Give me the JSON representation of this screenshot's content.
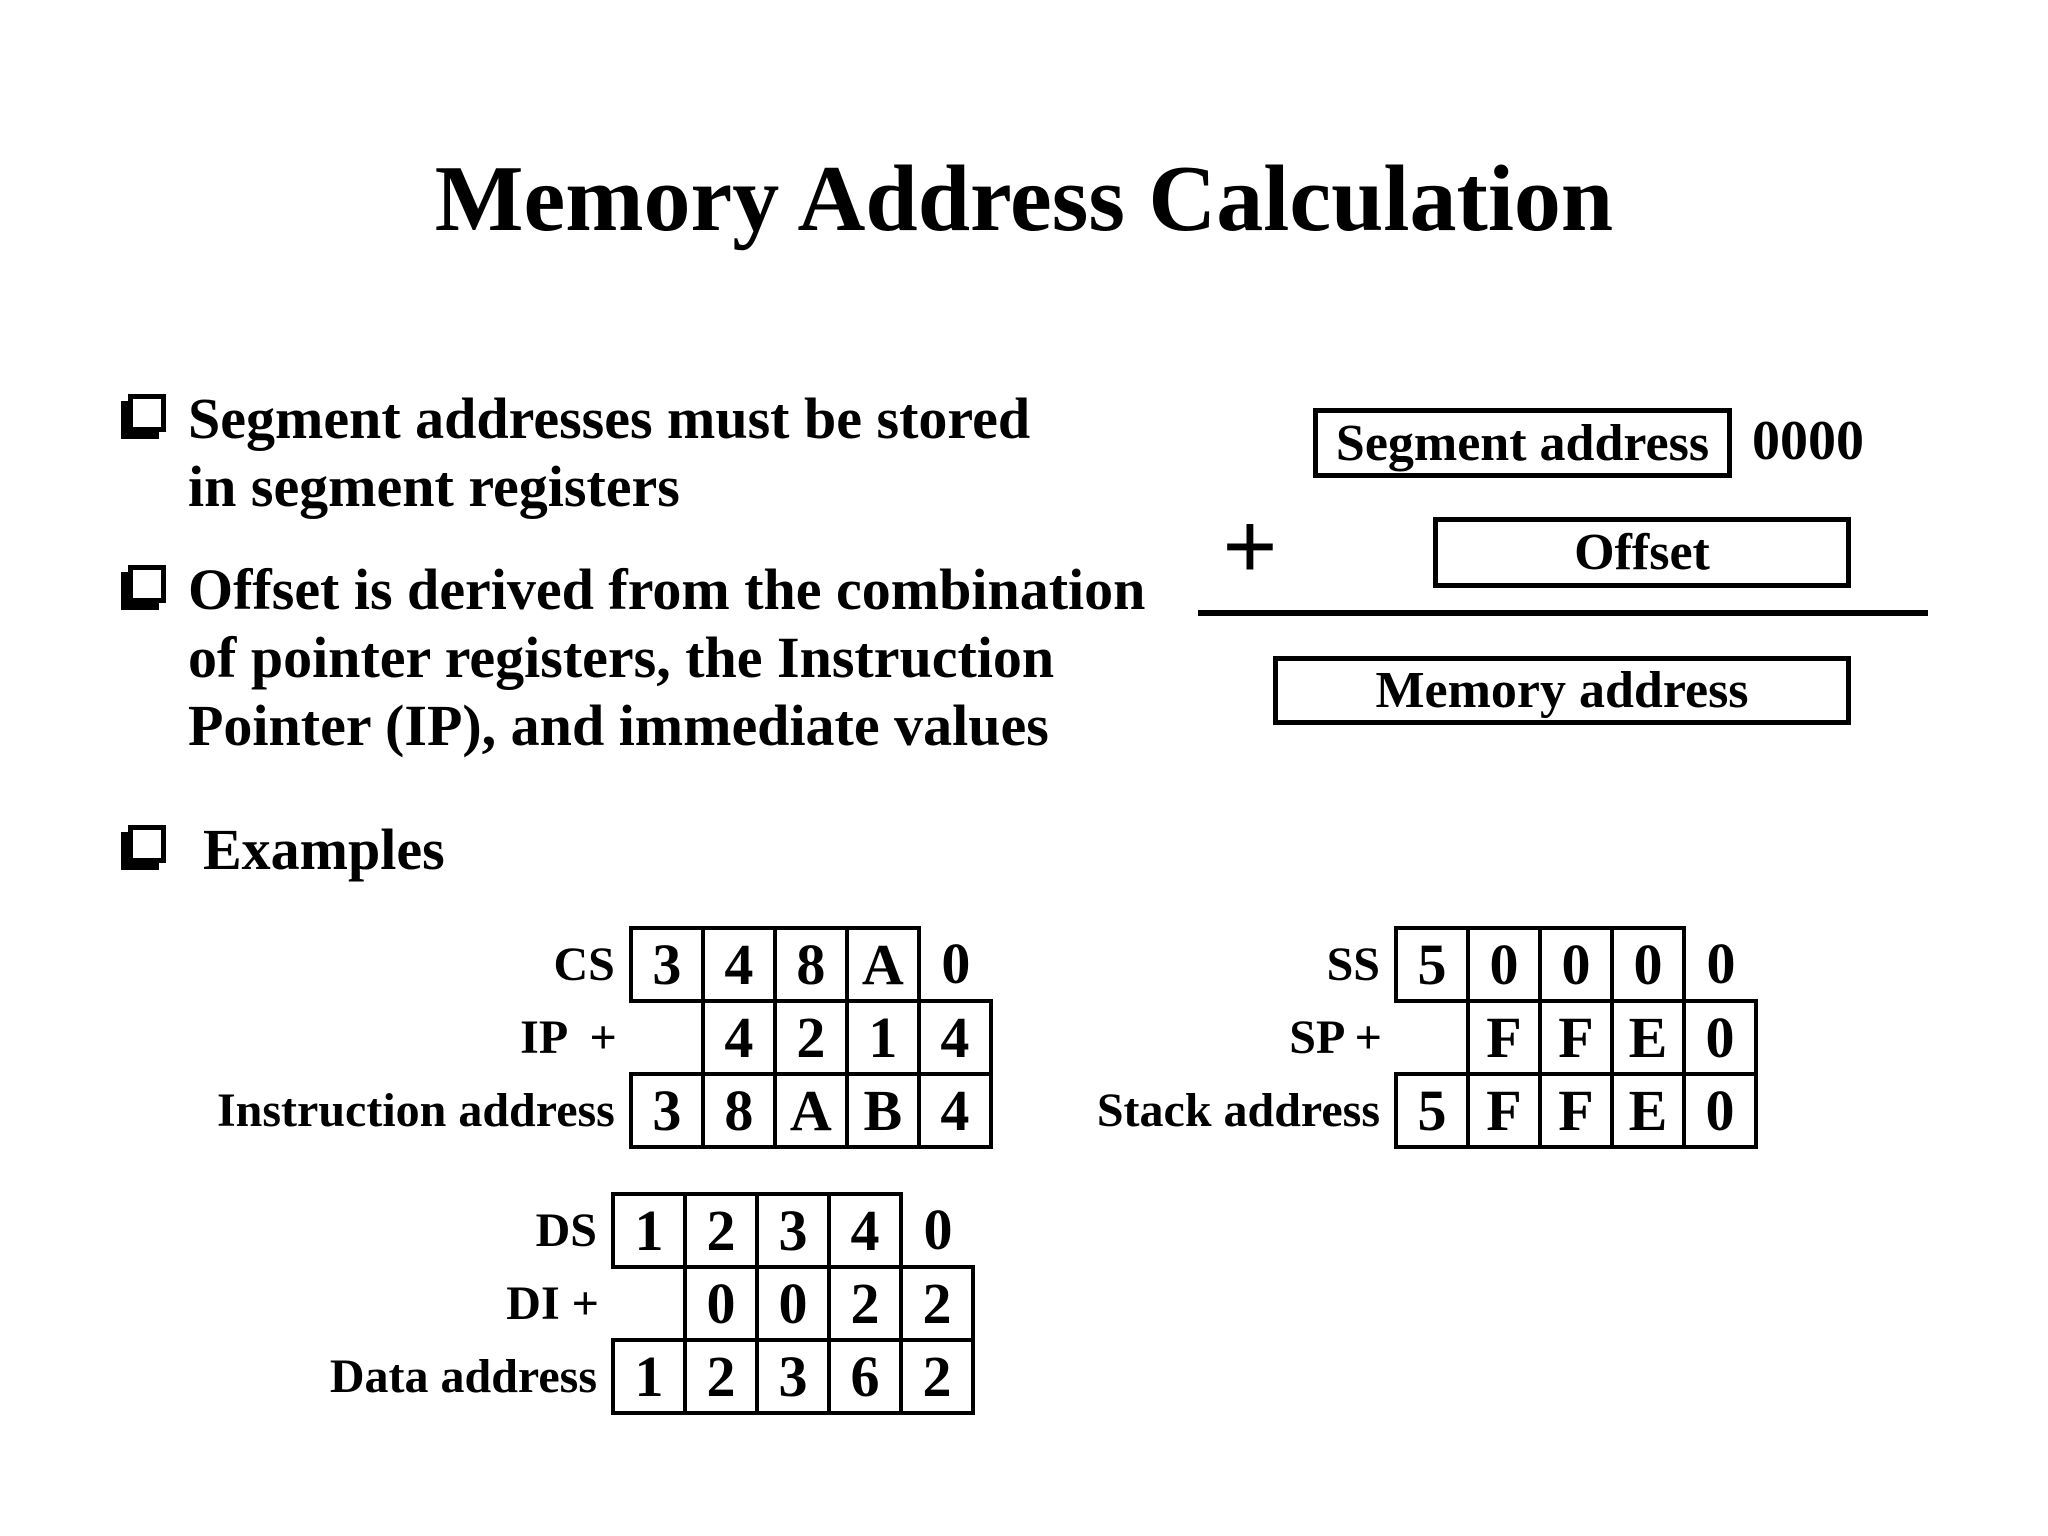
{
  "title": "Memory Address Calculation",
  "bullets": [
    {
      "lines": [
        "Segment addresses must be stored",
        "in segment registers"
      ]
    },
    {
      "lines": [
        "Offset is derived from the combination",
        "of pointer registers, the Instruction",
        "Pointer (IP), and immediate values"
      ]
    },
    {
      "lines": [
        "Examples"
      ]
    }
  ],
  "diagram": {
    "segment_box_label": "Segment address",
    "appended_zeros": "0000",
    "plus_sign": "+",
    "offset_box_label": "Offset",
    "result_box_label": "Memory address"
  },
  "tables": [
    {
      "name": "instruction-address-table",
      "rows": [
        {
          "label": "CS",
          "cells": [
            {
              "v": "3",
              "boxed": true
            },
            {
              "v": "4",
              "boxed": true
            },
            {
              "v": "8",
              "boxed": true
            },
            {
              "v": "A",
              "boxed": true
            },
            {
              "v": "0",
              "boxed": false
            }
          ]
        },
        {
          "label": "IP  +",
          "cells": [
            {
              "v": "",
              "boxed": false
            },
            {
              "v": "4",
              "boxed": true
            },
            {
              "v": "2",
              "boxed": true
            },
            {
              "v": "1",
              "boxed": true
            },
            {
              "v": "4",
              "boxed": true
            }
          ]
        },
        {
          "label": "Instruction address",
          "cells": [
            {
              "v": "3",
              "boxed": true
            },
            {
              "v": "8",
              "boxed": true
            },
            {
              "v": "A",
              "boxed": true
            },
            {
              "v": "B",
              "boxed": true
            },
            {
              "v": "4",
              "boxed": true
            }
          ]
        }
      ]
    },
    {
      "name": "stack-address-table",
      "rows": [
        {
          "label": "SS",
          "cells": [
            {
              "v": "5",
              "boxed": true
            },
            {
              "v": "0",
              "boxed": true
            },
            {
              "v": "0",
              "boxed": true
            },
            {
              "v": "0",
              "boxed": true
            },
            {
              "v": "0",
              "boxed": false
            }
          ]
        },
        {
          "label": "SP +",
          "cells": [
            {
              "v": "",
              "boxed": false
            },
            {
              "v": "F",
              "boxed": true
            },
            {
              "v": "F",
              "boxed": true
            },
            {
              "v": "E",
              "boxed": true
            },
            {
              "v": "0",
              "boxed": true
            }
          ]
        },
        {
          "label": "Stack address",
          "cells": [
            {
              "v": "5",
              "boxed": true
            },
            {
              "v": "F",
              "boxed": true
            },
            {
              "v": "F",
              "boxed": true
            },
            {
              "v": "E",
              "boxed": true
            },
            {
              "v": "0",
              "boxed": true
            }
          ]
        }
      ]
    },
    {
      "name": "data-address-table",
      "rows": [
        {
          "label": "DS",
          "cells": [
            {
              "v": "1",
              "boxed": true
            },
            {
              "v": "2",
              "boxed": true
            },
            {
              "v": "3",
              "boxed": true
            },
            {
              "v": "4",
              "boxed": true
            },
            {
              "v": "0",
              "boxed": false
            }
          ]
        },
        {
          "label": "DI +",
          "cells": [
            {
              "v": "",
              "boxed": false
            },
            {
              "v": "0",
              "boxed": true
            },
            {
              "v": "0",
              "boxed": true
            },
            {
              "v": "2",
              "boxed": true
            },
            {
              "v": "2",
              "boxed": true
            }
          ]
        },
        {
          "label": "Data address",
          "cells": [
            {
              "v": "1",
              "boxed": true
            },
            {
              "v": "2",
              "boxed": true
            },
            {
              "v": "3",
              "boxed": true
            },
            {
              "v": "6",
              "boxed": true
            },
            {
              "v": "2",
              "boxed": true
            }
          ]
        }
      ]
    }
  ]
}
